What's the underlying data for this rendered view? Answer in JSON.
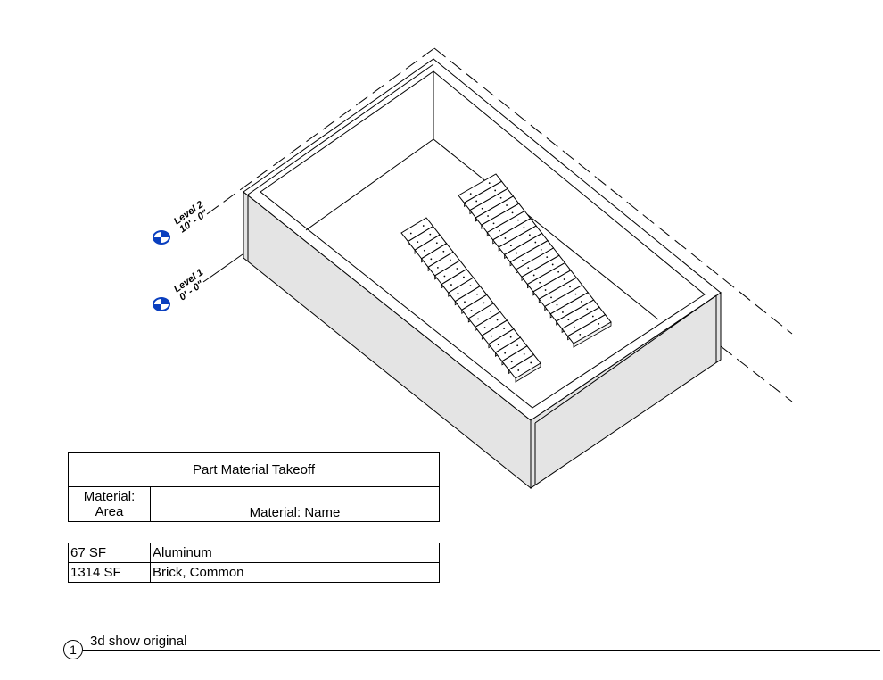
{
  "levels": [
    {
      "name": "Level 2",
      "elevation": "10' - 0\""
    },
    {
      "name": "Level 1",
      "elevation": "0' - 0\""
    }
  ],
  "schedule": {
    "title": "Part Material Takeoff",
    "columns": {
      "area": "Material: Area",
      "name": "Material: Name"
    },
    "rows": [
      {
        "area": "67 SF",
        "name": "Aluminum"
      },
      {
        "area": "1314 SF",
        "name": "Brick, Common"
      }
    ]
  },
  "view_title": {
    "number": "1",
    "name": "3d show original"
  },
  "colors": {
    "level_marker": "#0a3fbf",
    "wall_face": "#e4e4e4",
    "line": "#000000"
  },
  "stairs": {
    "left_tread_count": 17,
    "right_tread_count": 20
  }
}
